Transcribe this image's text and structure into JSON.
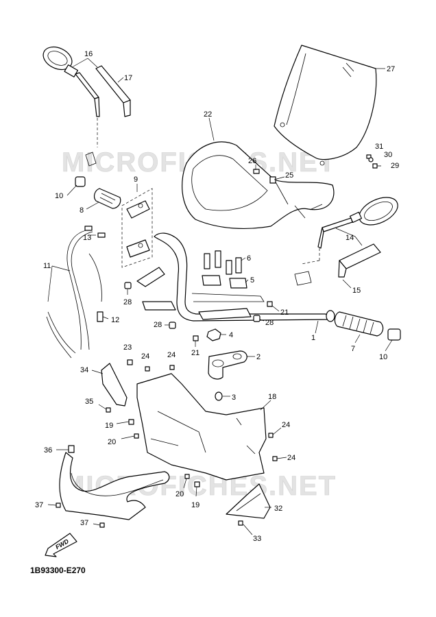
{
  "watermark": "MICROFICHES.NET",
  "diagram_code": "1B93300-E270",
  "forward_label": "FWD",
  "callouts": {
    "c1": "1",
    "c2": "2",
    "c3": "3",
    "c4": "4",
    "c5": "5",
    "c6": "6",
    "c7": "7",
    "c8": "8",
    "c9": "9",
    "c10a": "10",
    "c10b": "10",
    "c11": "11",
    "c12": "12",
    "c13": "13",
    "c14": "14",
    "c15": "15",
    "c16": "16",
    "c17": "17",
    "c18": "18",
    "c19a": "19",
    "c19b": "19",
    "c20a": "20",
    "c20b": "20",
    "c21a": "21",
    "c21b": "21",
    "c22": "22",
    "c23": "23",
    "c24a": "24",
    "c24b": "24",
    "c24c": "24",
    "c24d": "24",
    "c25": "25",
    "c26": "26",
    "c27": "27",
    "c28a": "28",
    "c28b": "28",
    "c28c": "28",
    "c29": "29",
    "c30": "30",
    "c31": "31",
    "c32": "32",
    "c33": "33",
    "c34": "34",
    "c35": "35",
    "c36": "36",
    "c37a": "37",
    "c37b": "37"
  }
}
